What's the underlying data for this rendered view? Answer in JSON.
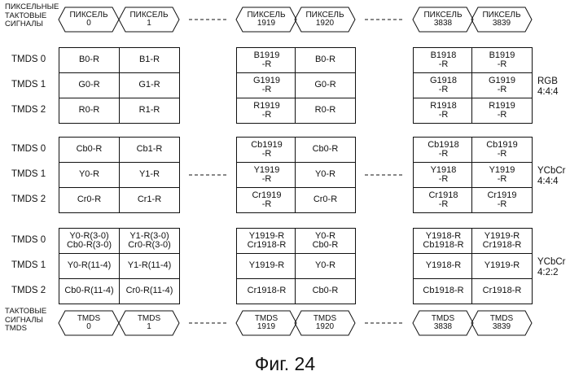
{
  "labels": {
    "pixel_clocks": "ПИКСЕЛЬНЫЕ\nТАКТОВЫЕ\nСИГНАЛЫ",
    "tmds_clocks": "ТАКТОВЫЕ\nСИГНАЛЫ\nTMDS",
    "figure": "Фиг. 24"
  },
  "pixel_hexes": [
    "ПИКСЕЛЬ\n0",
    "ПИКСЕЛЬ\n1",
    "ПИКСЕЛЬ\n1919",
    "ПИКСЕЛЬ\n1920",
    "ПИКСЕЛЬ\n3838",
    "ПИКСЕЛЬ\n3839"
  ],
  "tmds_hexes": [
    "TMDS\n0",
    "TMDS\n1",
    "TMDS\n1919",
    "TMDS\n1920",
    "TMDS\n3838",
    "TMDS\n3839"
  ],
  "groups": [
    {
      "format": "RGB\n4:4:4",
      "rows": [
        {
          "label": "TMDS 0",
          "cells": [
            "B0-R",
            "B1-R",
            "B1919\n-R",
            "B0-R",
            "B1918\n-R",
            "B1919\n-R"
          ]
        },
        {
          "label": "TMDS 1",
          "cells": [
            "G0-R",
            "G1-R",
            "G1919\n-R",
            "G0-R",
            "G1918\n-R",
            "G1919\n-R"
          ]
        },
        {
          "label": "TMDS 2",
          "cells": [
            "R0-R",
            "R1-R",
            "R1919\n-R",
            "R0-R",
            "R1918\n-R",
            "R1919\n-R"
          ]
        }
      ]
    },
    {
      "format": "YCbCr\n4:4:4",
      "rows": [
        {
          "label": "TMDS 0",
          "cells": [
            "Cb0-R",
            "Cb1-R",
            "Cb1919\n-R",
            "Cb0-R",
            "Cb1918\n-R",
            "Cb1919\n-R"
          ]
        },
        {
          "label": "TMDS 1",
          "cells": [
            "Y0-R",
            "Y1-R",
            "Y1919\n-R",
            "Y0-R",
            "Y1918\n-R",
            "Y1919\n-R"
          ]
        },
        {
          "label": "TMDS 2",
          "cells": [
            "Cr0-R",
            "Cr1-R",
            "Cr1919\n-R",
            "Cr0-R",
            "Cr1918\n-R",
            "Cr1919\n-R"
          ]
        }
      ]
    },
    {
      "format": "YCbCr\n4:2:2",
      "rows": [
        {
          "label": "TMDS 0",
          "cells": [
            "Y0-R(3-0)\nCb0-R(3-0)",
            "Y1-R(3-0)\nCr0-R(3-0)",
            "Y1919-R\nCr1918-R",
            "Y0-R\nCb0-R",
            "Y1918-R\nCb1918-R",
            "Y1919-R\nCr1918-R"
          ]
        },
        {
          "label": "TMDS 1",
          "cells": [
            "Y0-R(11-4)",
            "Y1-R(11-4)",
            "Y1919-R",
            "Y0-R",
            "Y1918-R",
            "Y1919-R"
          ]
        },
        {
          "label": "TMDS 2",
          "cells": [
            "Cb0-R(11-4)",
            "Cr0-R(11-4)",
            "Cr1918-R",
            "Cb0-R",
            "Cb1918-R",
            "Cr1918-R"
          ]
        }
      ]
    }
  ]
}
